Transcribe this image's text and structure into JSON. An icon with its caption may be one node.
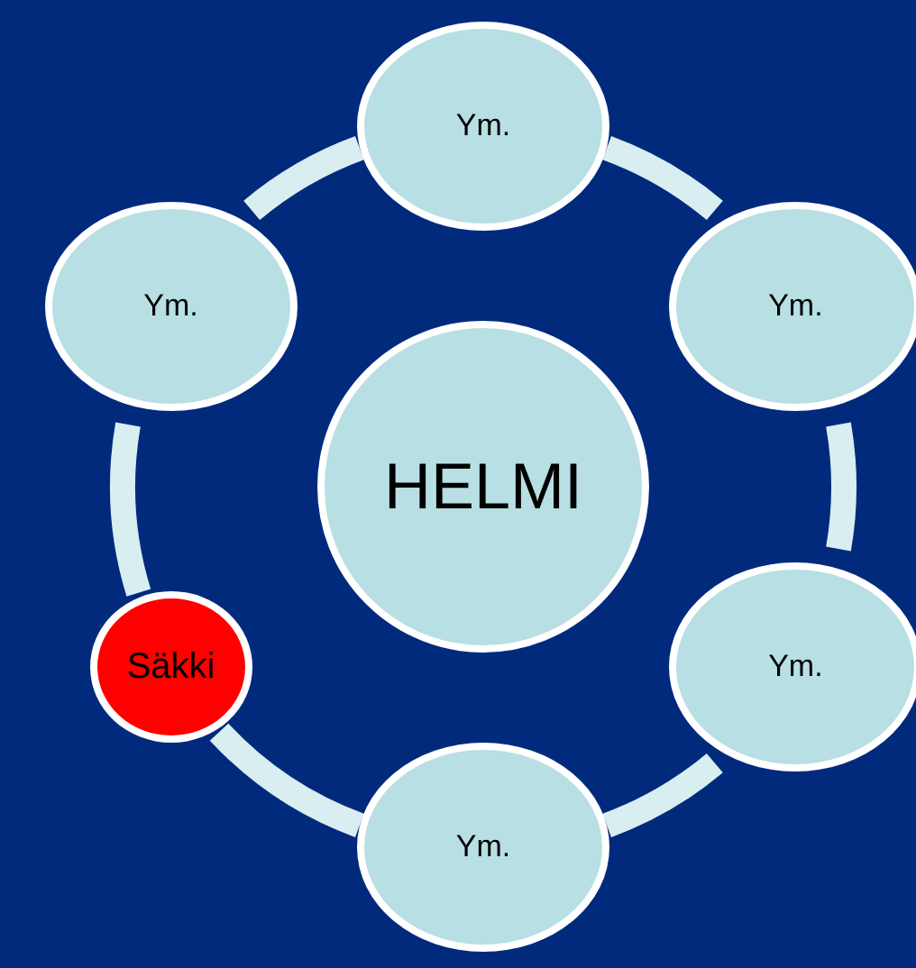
{
  "diagram": {
    "nodes": [
      {
        "text": [
          "Ym."
        ]
      },
      {
        "text": [
          "Ym."
        ]
      },
      {
        "text": [
          "Ym."
        ]
      },
      {
        "text": [
          "HELMI"
        ]
      },
      {
        "text": [
          "Säkki"
        ]
      },
      {
        "text": [
          "Ym."
        ]
      },
      {
        "text": [
          "Ym."
        ]
      }
    ],
    "edges": [
      {
        "from": 0,
        "to": 2,
        "arrow": "none"
      },
      {
        "from": 2,
        "to": 5,
        "arrow": "none"
      },
      {
        "from": 5,
        "to": 6,
        "arrow": "none"
      },
      {
        "from": 6,
        "to": 4,
        "arrow": "none"
      },
      {
        "from": 4,
        "to": 1,
        "arrow": "none"
      },
      {
        "from": 1,
        "to": 0,
        "arrow": "none"
      }
    ]
  }
}
